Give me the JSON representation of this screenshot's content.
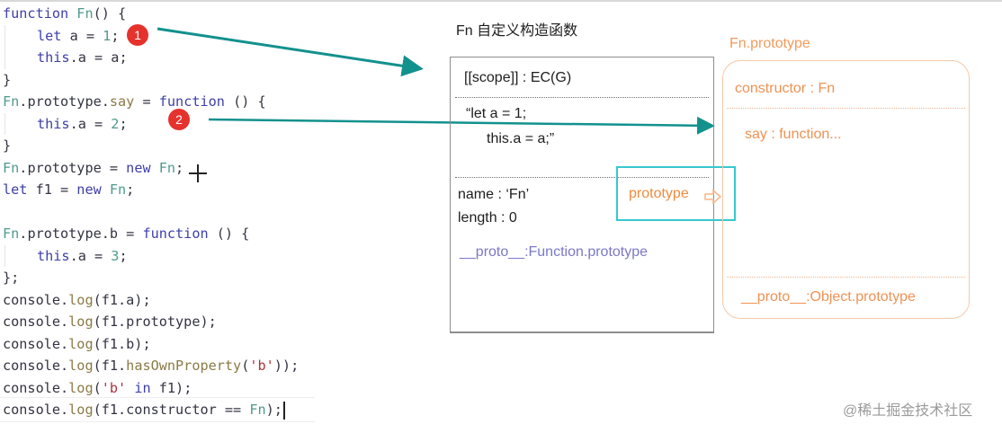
{
  "code": {
    "lines": [
      [
        {
          "t": "function ",
          "c": "kw"
        },
        {
          "t": "Fn",
          "c": "fn"
        },
        {
          "t": "() {",
          "c": "pun"
        }
      ],
      [
        {
          "t": "let ",
          "c": "kw"
        },
        {
          "t": "a = ",
          "c": "pun"
        },
        {
          "t": "1",
          "c": "num"
        },
        {
          "t": ";",
          "c": "pun"
        }
      ],
      [
        {
          "t": "this",
          "c": "kw"
        },
        {
          "t": ".a = a;",
          "c": "pun"
        }
      ],
      [
        {
          "t": "}",
          "c": "pun"
        }
      ],
      [
        {
          "t": "Fn",
          "c": "fn"
        },
        {
          "t": ".prototype.",
          "c": "pun"
        },
        {
          "t": "say",
          "c": "meth"
        },
        {
          "t": " = ",
          "c": "pun"
        },
        {
          "t": "function",
          "c": "kw"
        },
        {
          "t": " () {",
          "c": "pun"
        }
      ],
      [
        {
          "t": "this",
          "c": "kw"
        },
        {
          "t": ".a = ",
          "c": "pun"
        },
        {
          "t": "2",
          "c": "num"
        },
        {
          "t": ";",
          "c": "pun"
        }
      ],
      [
        {
          "t": "}",
          "c": "pun"
        }
      ],
      [
        {
          "t": "Fn",
          "c": "fn"
        },
        {
          "t": ".prototype = ",
          "c": "pun"
        },
        {
          "t": "new ",
          "c": "kw"
        },
        {
          "t": "Fn",
          "c": "fn"
        },
        {
          "t": ";",
          "c": "pun"
        }
      ],
      [
        {
          "t": "let ",
          "c": "kw"
        },
        {
          "t": "f1 = ",
          "c": "pun"
        },
        {
          "t": "new ",
          "c": "kw"
        },
        {
          "t": "Fn",
          "c": "fn"
        },
        {
          "t": ";",
          "c": "pun"
        }
      ],
      [],
      [
        {
          "t": "Fn",
          "c": "fn"
        },
        {
          "t": ".prototype.b = ",
          "c": "pun"
        },
        {
          "t": "function",
          "c": "kw"
        },
        {
          "t": " () {",
          "c": "pun"
        }
      ],
      [
        {
          "t": "this",
          "c": "kw"
        },
        {
          "t": ".a = ",
          "c": "pun"
        },
        {
          "t": "3",
          "c": "num"
        },
        {
          "t": ";",
          "c": "pun"
        }
      ],
      [
        {
          "t": "};",
          "c": "pun"
        }
      ],
      [
        {
          "t": "console.",
          "c": "pun"
        },
        {
          "t": "log",
          "c": "meth"
        },
        {
          "t": "(f1.a);",
          "c": "pun"
        }
      ],
      [
        {
          "t": "console.",
          "c": "pun"
        },
        {
          "t": "log",
          "c": "meth"
        },
        {
          "t": "(f1.prototype);",
          "c": "pun"
        }
      ],
      [
        {
          "t": "console.",
          "c": "pun"
        },
        {
          "t": "log",
          "c": "meth"
        },
        {
          "t": "(f1.b);",
          "c": "pun"
        }
      ],
      [
        {
          "t": "console.",
          "c": "pun"
        },
        {
          "t": "log",
          "c": "meth"
        },
        {
          "t": "(f1.",
          "c": "pun"
        },
        {
          "t": "hasOwnProperty",
          "c": "meth"
        },
        {
          "t": "(",
          "c": "pun"
        },
        {
          "t": "'b'",
          "c": "str"
        },
        {
          "t": "));",
          "c": "pun"
        }
      ],
      [
        {
          "t": "console.",
          "c": "pun"
        },
        {
          "t": "log",
          "c": "meth"
        },
        {
          "t": "(",
          "c": "pun"
        },
        {
          "t": "'b'",
          "c": "str"
        },
        {
          "t": " in ",
          "c": "kw"
        },
        {
          "t": "f1);",
          "c": "pun"
        }
      ],
      [
        {
          "t": "console.",
          "c": "pun"
        },
        {
          "t": "log",
          "c": "meth"
        },
        {
          "t": "(f1.constructor == ",
          "c": "pun"
        },
        {
          "t": "Fn",
          "c": "fn"
        },
        {
          "t": ");",
          "c": "pun"
        }
      ]
    ],
    "indented_lines": [
      1,
      2,
      5,
      11
    ]
  },
  "badges": {
    "one": "1",
    "two": "2"
  },
  "diagram": {
    "title": "Fn 自定义构造函数",
    "function_box": {
      "scope": "[[scope]] : EC(G)",
      "body_line1": "“let a = 1;",
      "body_line2": "this.a = a;”",
      "name": "name : ‘Fn’",
      "length": "length : 0",
      "proto": "__proto__:Function.prototype",
      "prototype_label": "prototype"
    },
    "prototype_object": {
      "title": "Fn.prototype",
      "constructor": "constructor : Fn",
      "say": "say : function...",
      "proto": "__proto__:Object.prototype"
    }
  },
  "colors": {
    "arrow": "#12918d",
    "highlight": "#35c9cf",
    "orange": "#ef9253",
    "badge": "#e5322d"
  },
  "watermark": "@稀土掘金技术社区"
}
